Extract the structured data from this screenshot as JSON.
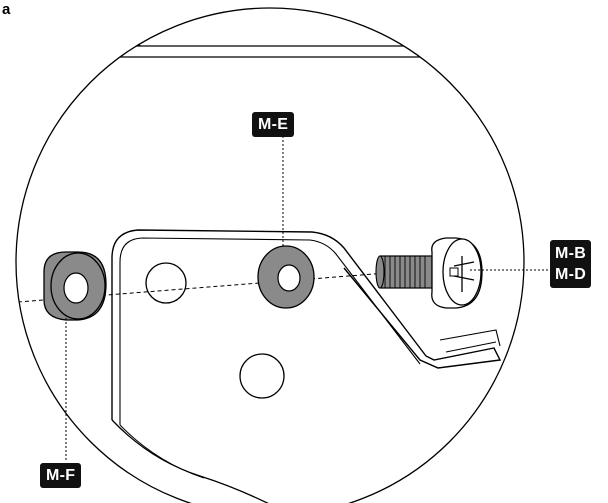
{
  "panel_letter": "a",
  "callouts": {
    "me": "M-E",
    "mb": "M-B",
    "md": "M-D",
    "mf": "M-F"
  },
  "colors": {
    "line": "#000000",
    "part_fill": "#8a8a8a",
    "tag_bg": "#111111",
    "tag_text": "#ffffff"
  }
}
